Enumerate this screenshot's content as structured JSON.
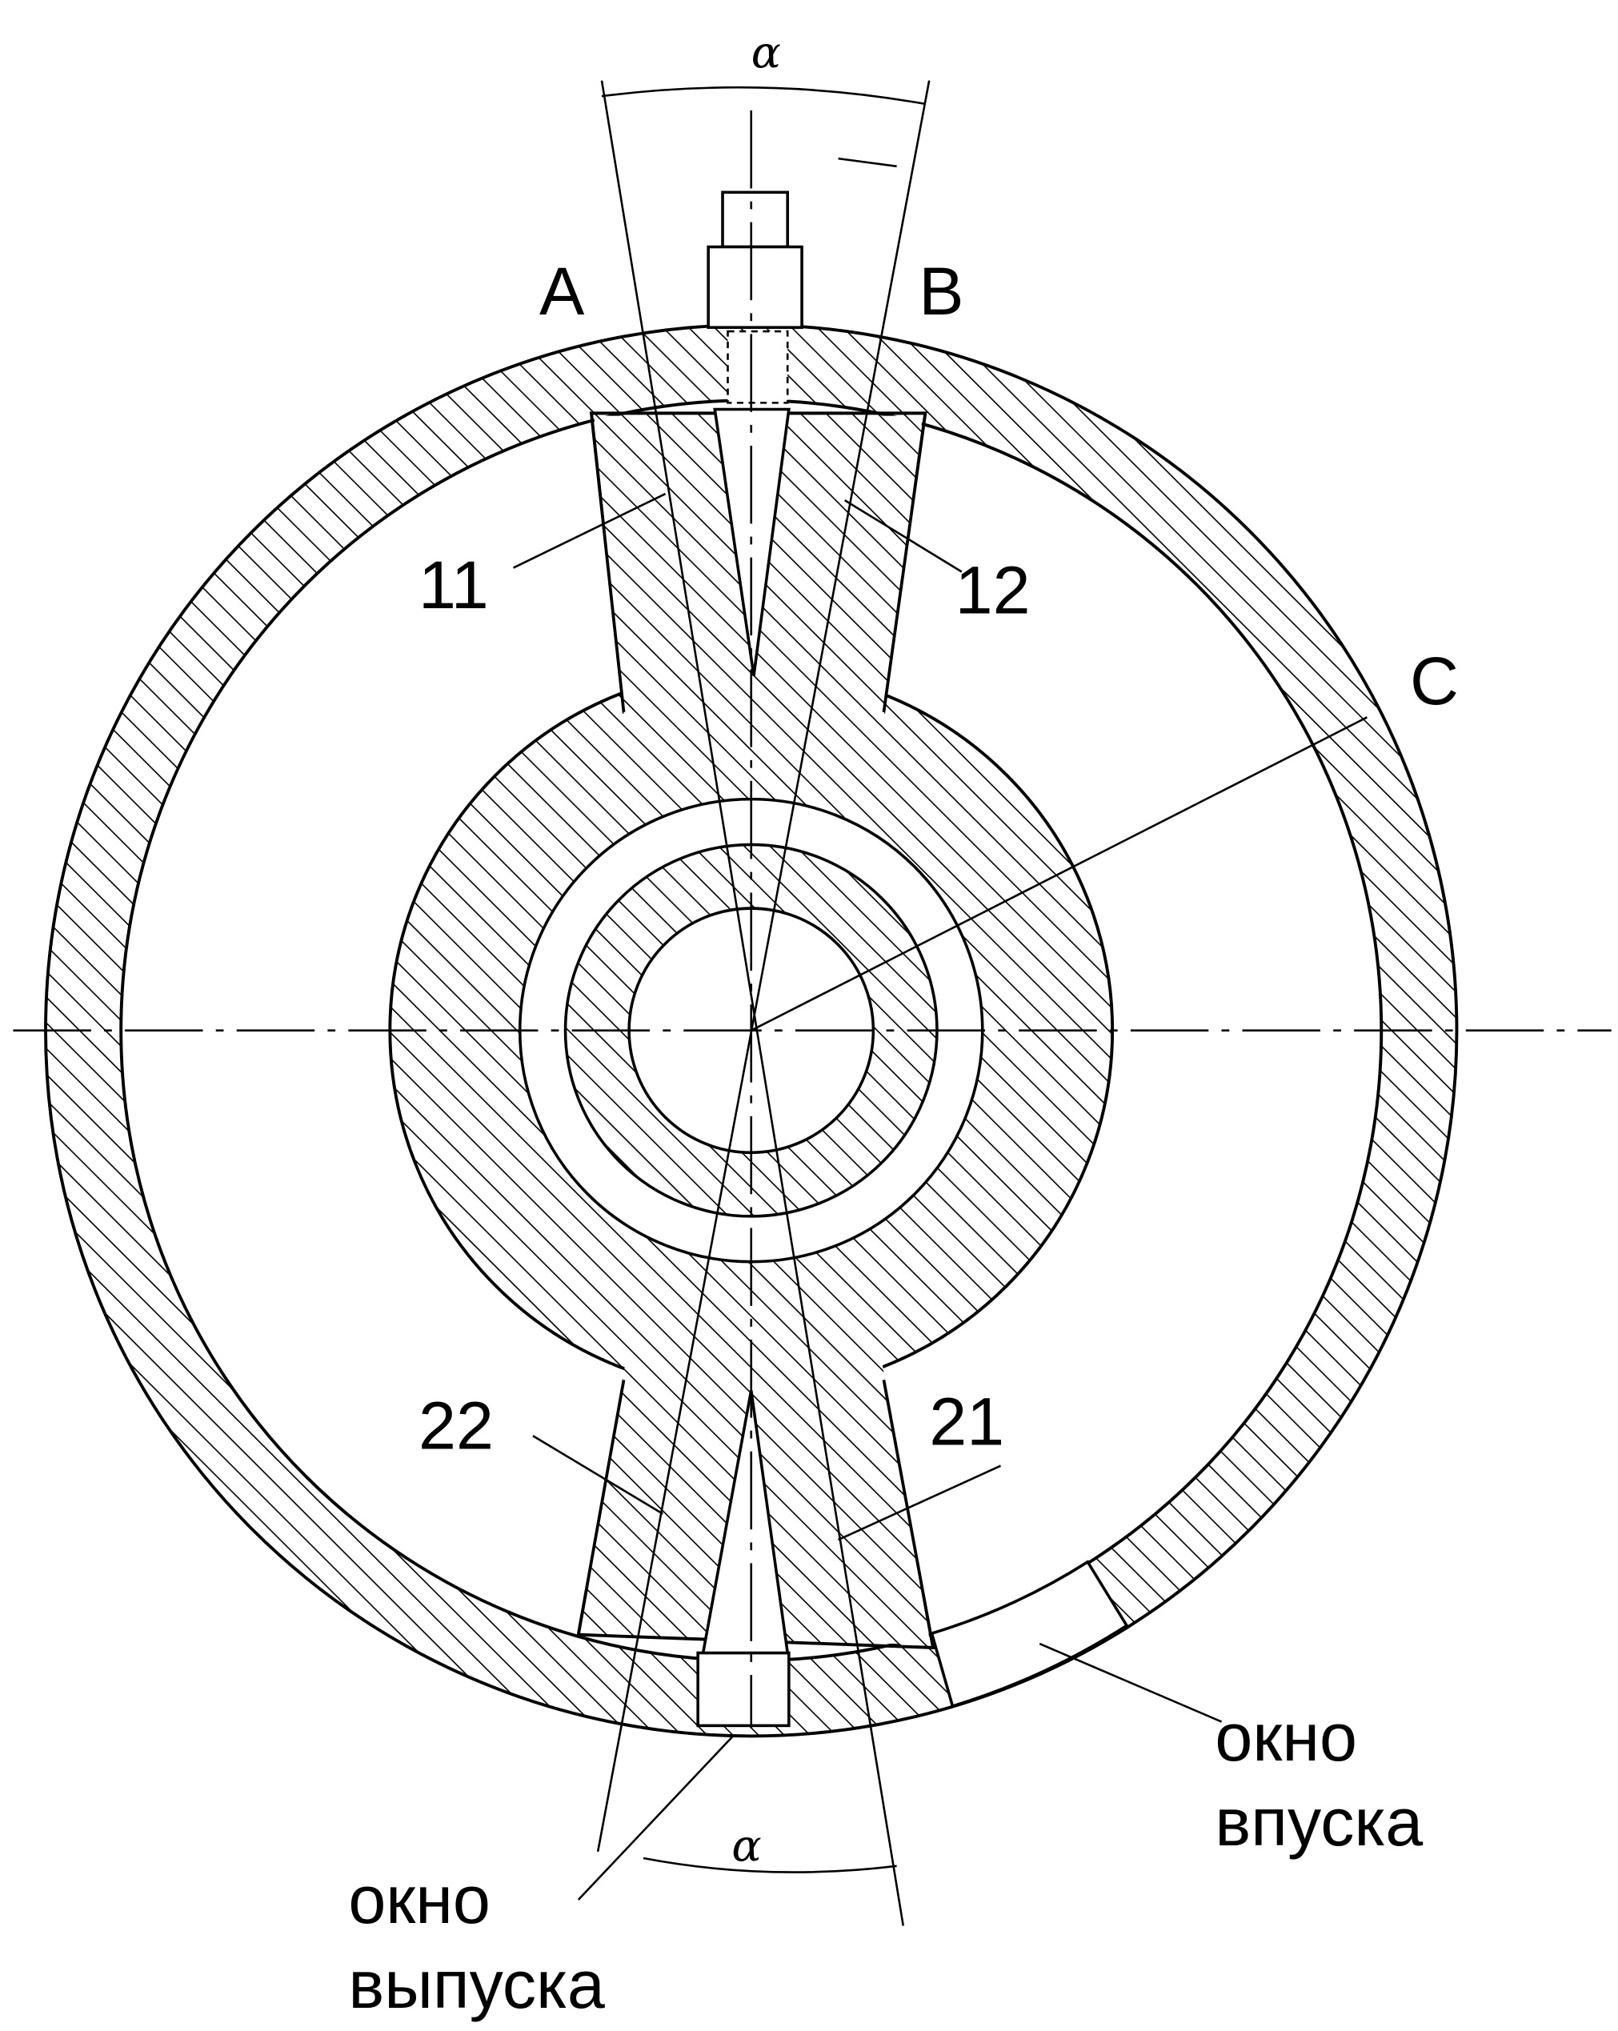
{
  "figure": {
    "angle_symbol_top": "α",
    "angle_symbol_bottom": "α",
    "point_labels": {
      "a": "A",
      "b": "B",
      "c": "C"
    },
    "part_labels": {
      "p11": "11",
      "p12": "12",
      "p21": "21",
      "p22": "22"
    },
    "intake_window": {
      "line1": "окно",
      "line2": "впуска"
    },
    "exhaust_window": {
      "line1": "окно",
      "line2": "выпуска"
    }
  }
}
